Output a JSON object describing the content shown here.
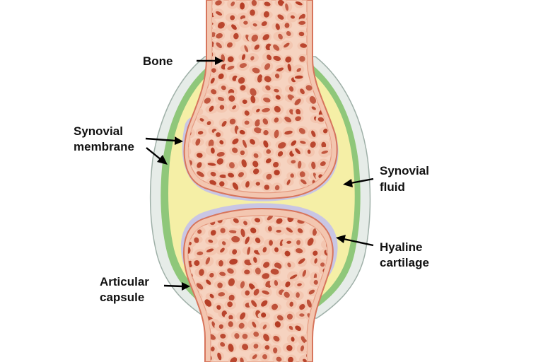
{
  "labels": {
    "bone": "Bone",
    "synovial_membrane_line1": "Synovial",
    "synovial_membrane_line2": "membrane",
    "synovial_fluid_line1": "Synovial",
    "synovial_fluid_line2": "fluid",
    "hyaline_cartilage_line1": "Hyaline",
    "hyaline_cartilage_line2": "cartilage",
    "articular_capsule_line1": "Articular",
    "articular_capsule_line2": "capsule"
  },
  "colors": {
    "bone_outline": "#d7755c",
    "bone_fill": "#f6d3c0",
    "spongy_pore": "#b53c24",
    "spongy_rim": "#f3c6b0",
    "cartilage": "#c9c6e4",
    "synovial_fluid": "#f5efa6",
    "synovial_membrane": "#8fc77a",
    "capsule": "#e6ece8",
    "capsule_outline": "#9fb0a8"
  }
}
